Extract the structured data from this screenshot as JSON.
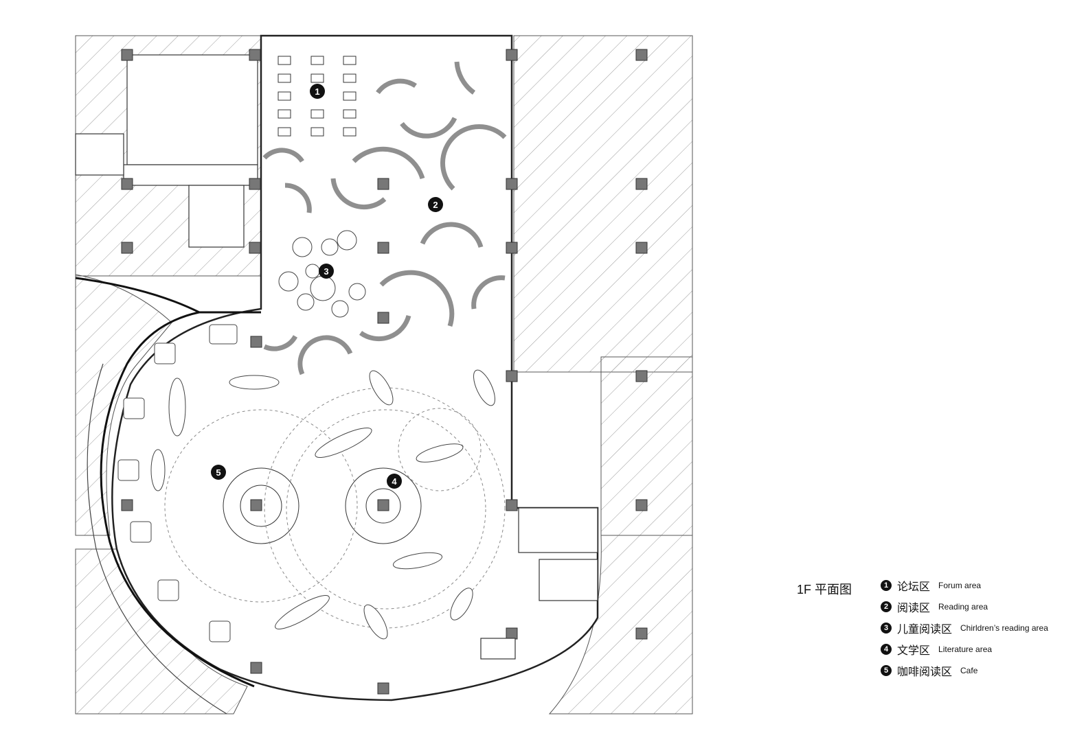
{
  "legend": {
    "title": "1F 平面图",
    "items": [
      {
        "num": "1",
        "cn": "论坛区",
        "en": "Forum area"
      },
      {
        "num": "2",
        "cn": "阅读区",
        "en": "Reading area"
      },
      {
        "num": "3",
        "cn": "儿童阅读区",
        "en": "Chirldren’s reading area"
      },
      {
        "num": "4",
        "cn": "文学区",
        "en": "Literature area"
      },
      {
        "num": "5",
        "cn": "咖啡阅读区",
        "en": "Cafe"
      }
    ]
  },
  "markers": [
    "1",
    "2",
    "3",
    "4",
    "5"
  ]
}
